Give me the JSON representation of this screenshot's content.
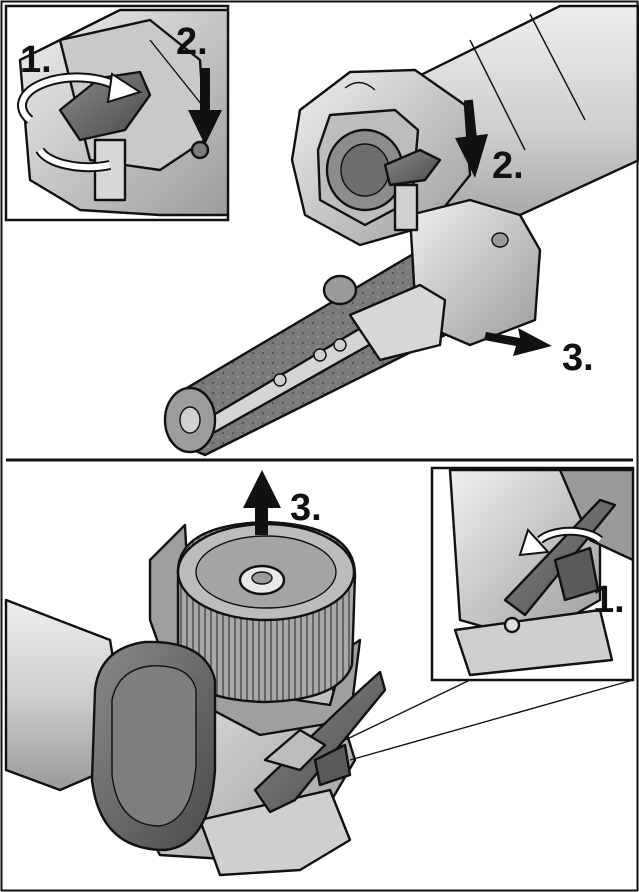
{
  "colors": {
    "ink": "#111111",
    "tool_light": "#d9d9d9",
    "tool_mid": "#a9a9a9",
    "tool_dark": "#6f6f6f",
    "background": "#ffffff"
  },
  "top_panel": {
    "inset_labels": {
      "step1": "1.",
      "step2": "2."
    },
    "main_labels": {
      "step2": "2.",
      "step3": "3."
    }
  },
  "bottom_panel": {
    "main_labels": {
      "step3": "3."
    },
    "inset_labels": {
      "step1": "1."
    }
  },
  "icons": [
    "rotate-arrow-icon",
    "down-arrow-icon",
    "pull-arrow-icon",
    "up-arrow-icon"
  ]
}
